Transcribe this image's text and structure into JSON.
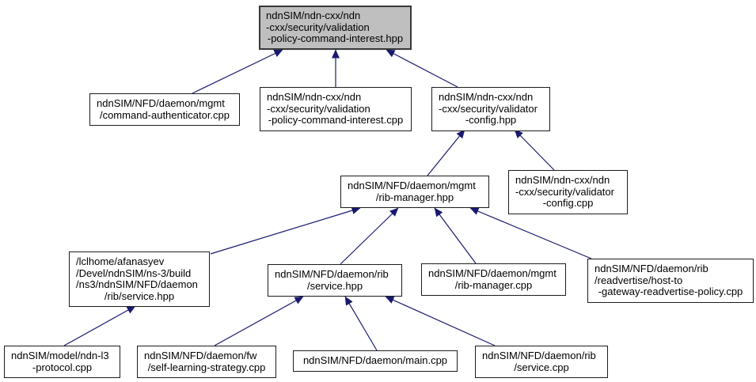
{
  "graph": {
    "type": "include-dependency-graph",
    "colors": {
      "background": "#ffffff",
      "edge": "#191970",
      "node_fill": "#ffffff",
      "node_border": "#000000",
      "current_node_fill": "#bfbfbf"
    },
    "nodes": [
      {
        "id": "validation-policy-command-interest-hpp",
        "label": "ndnSIM/ndn-cxx/ndn\n-cxx/security/validation\n-policy-command-interest.hpp",
        "current": true
      },
      {
        "id": "command-authenticator-cpp",
        "label": "ndnSIM/NFD/daemon/mgmt\n/command-authenticator.cpp",
        "current": false
      },
      {
        "id": "validation-policy-command-interest-cpp",
        "label": "ndnSIM/ndn-cxx/ndn\n-cxx/security/validation\n-policy-command-interest.cpp",
        "current": false
      },
      {
        "id": "validator-config-hpp",
        "label": "ndnSIM/ndn-cxx/ndn\n-cxx/security/validator\n-config.hpp",
        "current": false
      },
      {
        "id": "rib-manager-hpp",
        "label": "ndnSIM/NFD/daemon/mgmt\n/rib-manager.hpp",
        "current": false
      },
      {
        "id": "validator-config-cpp",
        "label": "ndnSIM/ndn-cxx/ndn\n-cxx/security/validator\n-config.cpp",
        "current": false
      },
      {
        "id": "build-rib-service-hpp",
        "label": "/lclhome/afanasyev\n/Devel/ndnSIM/ns-3/build\n/ns3/ndnSIM/NFD/daemon\n/rib/service.hpp",
        "current": false
      },
      {
        "id": "rib-service-hpp",
        "label": "ndnSIM/NFD/daemon/rib\n/service.hpp",
        "current": false
      },
      {
        "id": "rib-manager-cpp",
        "label": "ndnSIM/NFD/daemon/mgmt\n/rib-manager.cpp",
        "current": false
      },
      {
        "id": "host-to-gateway-readvertise-policy-cpp",
        "label": "ndnSIM/NFD/daemon/rib\n/readvertise/host-to\n-gateway-readvertise-policy.cpp",
        "current": false
      },
      {
        "id": "ndn-l3-protocol-cpp",
        "label": "ndnSIM/model/ndn-l3\n-protocol.cpp",
        "current": false
      },
      {
        "id": "self-learning-strategy-cpp",
        "label": "ndnSIM/NFD/daemon/fw\n/self-learning-strategy.cpp",
        "current": false
      },
      {
        "id": "main-cpp",
        "label": "ndnSIM/NFD/daemon/main.cpp",
        "current": false
      },
      {
        "id": "rib-service-cpp",
        "label": "ndnSIM/NFD/daemon/rib\n/service.cpp",
        "current": false
      }
    ],
    "edges": [
      {
        "from": "command-authenticator-cpp",
        "to": "validation-policy-command-interest-hpp"
      },
      {
        "from": "validation-policy-command-interest-cpp",
        "to": "validation-policy-command-interest-hpp"
      },
      {
        "from": "validator-config-hpp",
        "to": "validation-policy-command-interest-hpp"
      },
      {
        "from": "rib-manager-hpp",
        "to": "validator-config-hpp"
      },
      {
        "from": "validator-config-cpp",
        "to": "validator-config-hpp"
      },
      {
        "from": "build-rib-service-hpp",
        "to": "rib-manager-hpp"
      },
      {
        "from": "rib-service-hpp",
        "to": "rib-manager-hpp"
      },
      {
        "from": "rib-manager-cpp",
        "to": "rib-manager-hpp"
      },
      {
        "from": "host-to-gateway-readvertise-policy-cpp",
        "to": "rib-manager-hpp"
      },
      {
        "from": "ndn-l3-protocol-cpp",
        "to": "build-rib-service-hpp"
      },
      {
        "from": "self-learning-strategy-cpp",
        "to": "rib-service-hpp"
      },
      {
        "from": "main-cpp",
        "to": "rib-service-hpp"
      },
      {
        "from": "rib-service-cpp",
        "to": "rib-service-hpp"
      }
    ]
  }
}
